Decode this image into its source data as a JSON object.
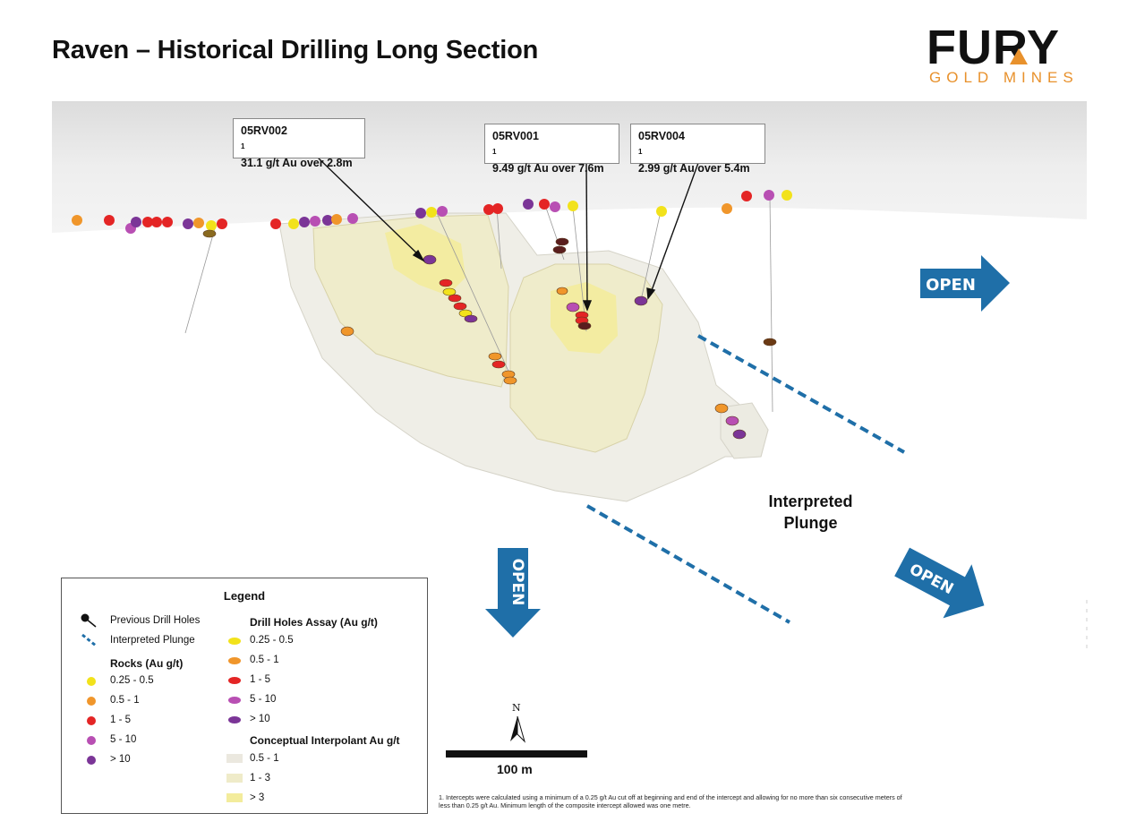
{
  "title": "Raven – Historical Drilling Long Section",
  "logo": {
    "main": "FURY",
    "sub": "GOLD MINES"
  },
  "callouts": [
    {
      "hole": "05RV002",
      "sup": "1",
      "result": "31.1 g/t Au over 2.8m"
    },
    {
      "hole": "05RV001",
      "sup": "1",
      "result": "9.49 g/t Au over 7.6m"
    },
    {
      "hole": "05RV004",
      "sup": "1",
      "result": "2.99 g/t Au over 5.4m"
    }
  ],
  "open_label": "OPEN",
  "plunge_label": [
    "Interpreted",
    "Plunge"
  ],
  "legend": {
    "title": "Legend",
    "previous_drill_holes": "Previous Drill Holes",
    "interpreted_plunge": "Interpreted Plunge",
    "rocks_heading": "Rocks  (Au g/t)",
    "rocks": [
      {
        "label": "0.25 - 0.5",
        "color": "#f2e21b"
      },
      {
        "label": "0.5 - 1",
        "color": "#f0962b"
      },
      {
        "label": "1 - 5",
        "color": "#e42525"
      },
      {
        "label": "5 - 10",
        "color": "#b84fb3"
      },
      {
        "label": "> 10",
        "color": "#7b3597"
      }
    ],
    "assay_heading": "Drill Holes Assay (Au g/t)",
    "assays": [
      {
        "label": "0.25 - 0.5",
        "color": "#f2e21b"
      },
      {
        "label": "0.5 - 1",
        "color": "#f0962b"
      },
      {
        "label": "1 - 5",
        "color": "#e42525"
      },
      {
        "label": "5 - 10",
        "color": "#b84fb3"
      },
      {
        "label": "> 10",
        "color": "#7b3597"
      }
    ],
    "interpolant_heading": "Conceptual Interpolant Au g/t",
    "interpolants": [
      {
        "label": "0.5 - 1",
        "color": "#ebe8df"
      },
      {
        "label": "1 - 3",
        "color": "#efebc9"
      },
      {
        "label": "> 3",
        "color": "#f3ec9c"
      }
    ]
  },
  "north_label": "N",
  "scale_label": "100 m",
  "footnote": "1. Intercepts were calculated using a minimum of a 0.25 g/t Au cut off at beginning and end of the intercept and allowing for no more than six consecutive meters of less than 0.25 g/t Au. Minimum length of the composite intercept allowed was one metre."
}
